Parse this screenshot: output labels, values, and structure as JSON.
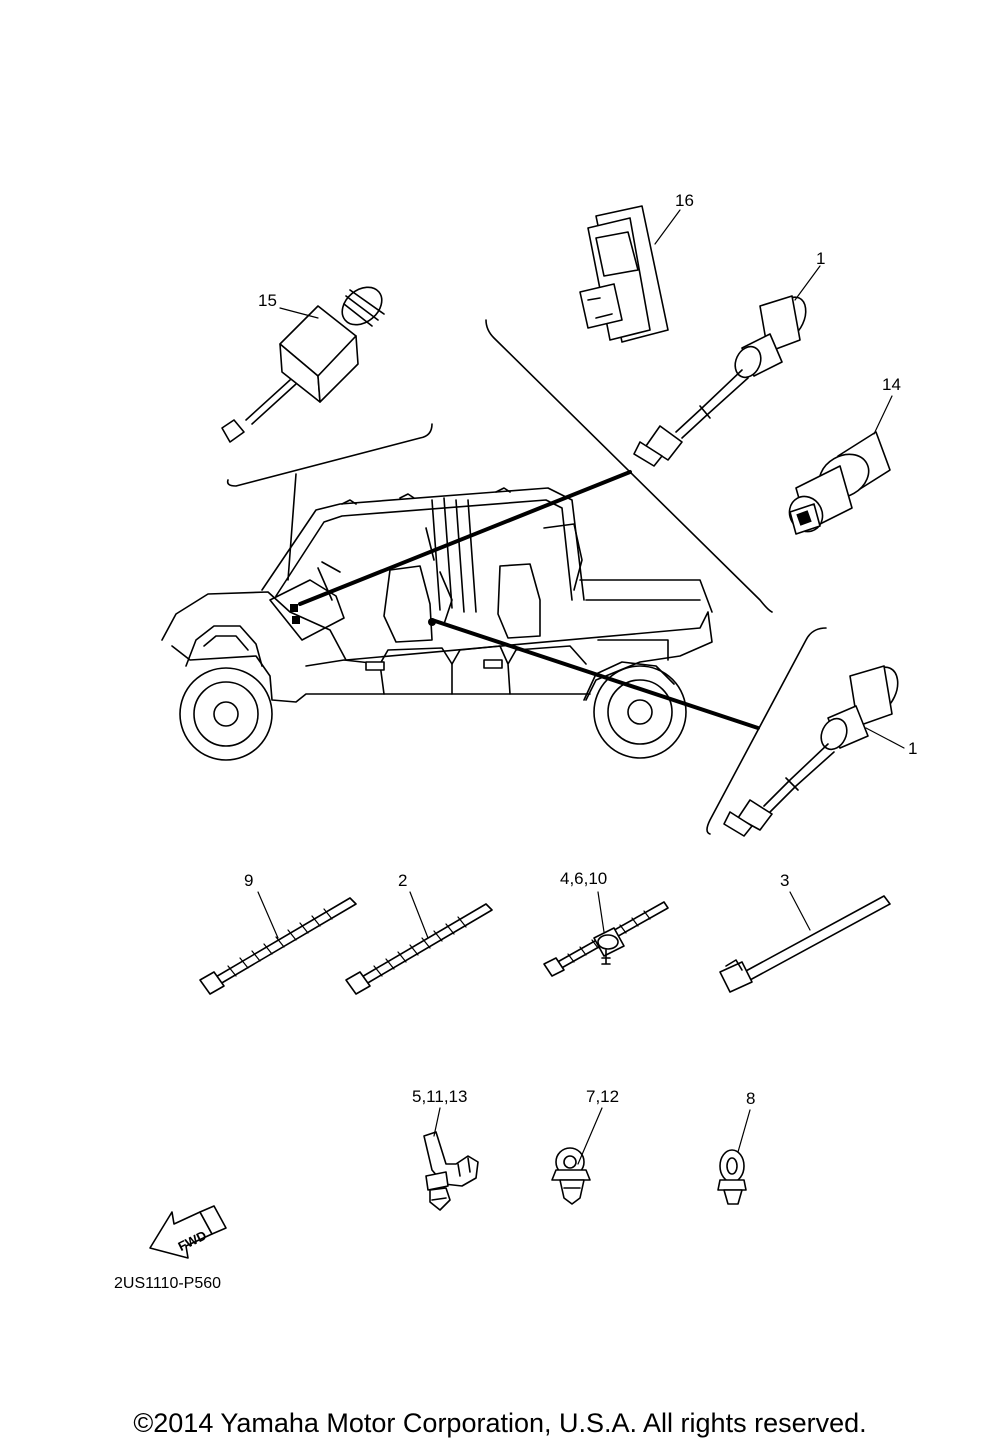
{
  "labels": {
    "p16": "16",
    "p1_top": "1",
    "p15": "15",
    "p14": "14",
    "p1_right": "1",
    "p9": "9",
    "p2": "2",
    "p4_6_10": "4,6,10",
    "p3": "3",
    "p5_11_13": "5,11,13",
    "p7_12": "7,12",
    "p8": "8"
  },
  "fwd_arrow": "FWD",
  "diagram_code": "2US1110-P560",
  "copyright": "©2014 Yamaha Motor Corporation, U.S.A. All rights reserved."
}
